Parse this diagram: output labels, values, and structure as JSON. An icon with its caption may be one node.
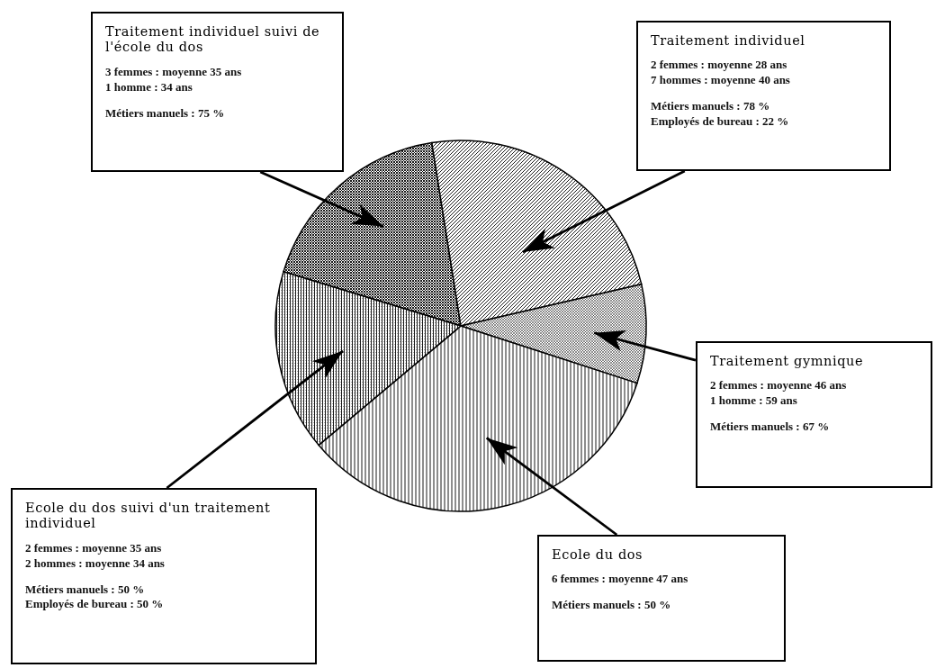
{
  "diagram": {
    "nodes": [
      {
        "text": [
          "Traitement individuel suivi de l'école du dos",
          "3 femmes : moyenne 35 ans",
          "1 homme : 34 ans",
          "Métiers manuels : 75 %"
        ]
      },
      {
        "text": [
          "Traitement individuel",
          "2 femmes : moyenne 28 ans",
          "7 hommes : moyenne 40 ans",
          "Métiers manuels : 78 %",
          "Employés de bureau : 22 %"
        ]
      },
      {
        "text": [
          "Traitement gymnique",
          "2 femmes : moyenne 46 ans",
          "1 homme : 59 ans",
          "Métiers manuels : 67 %"
        ]
      },
      {
        "text": [
          "Ecole du dos suivi d'un traitement individuel",
          "2 femmes : moyenne 35 ans",
          "2 hommes : moyenne 34 ans",
          "Métiers manuels : 50 %",
          "Employés de bureau : 50 %"
        ]
      },
      {
        "text": [
          "Ecole du dos",
          "6 femmes : moyenne 47 ans",
          "Métiers manuels : 50 %"
        ]
      },
      {
        "text": [],
        "shape": "wedge"
      },
      {
        "text": [],
        "shape": "wedge"
      },
      {
        "text": [],
        "shape": "wedge"
      },
      {
        "text": [],
        "shape": "wedge"
      },
      {
        "text": [],
        "shape": "wedge"
      }
    ],
    "edges": [
      {
        "from": 0,
        "to": 5,
        "arrow": "to"
      },
      {
        "from": 1,
        "to": 6,
        "arrow": "to"
      },
      {
        "from": 2,
        "to": 7,
        "arrow": "to"
      },
      {
        "from": 4,
        "to": 8,
        "arrow": "to"
      },
      {
        "from": 3,
        "to": 9,
        "arrow": "to"
      }
    ]
  }
}
